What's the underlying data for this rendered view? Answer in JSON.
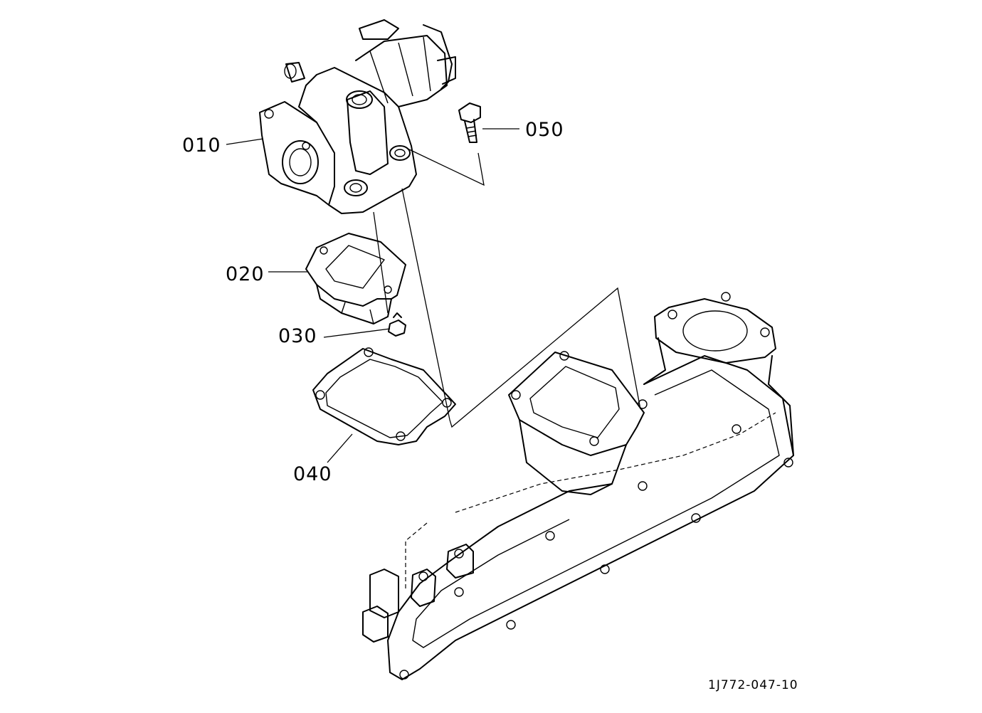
{
  "diagram": {
    "parts": [
      {
        "id": "p010",
        "label": "010"
      },
      {
        "id": "p020",
        "label": "020"
      },
      {
        "id": "p030",
        "label": "030"
      },
      {
        "id": "p040",
        "label": "040"
      },
      {
        "id": "p050",
        "label": "050"
      }
    ],
    "drawing_code": "1J772-047-10",
    "line_color": "#000000",
    "background_color": "#ffffff"
  }
}
